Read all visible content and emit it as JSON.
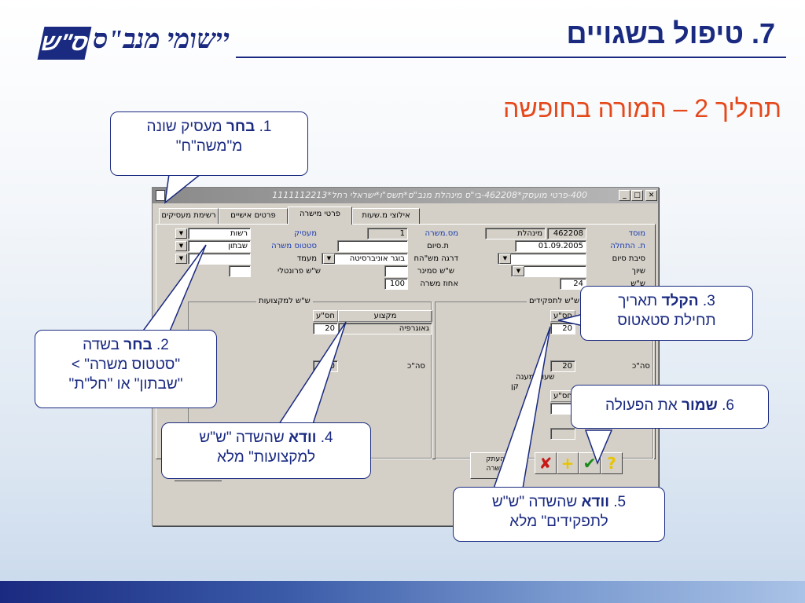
{
  "slide": {
    "title": "7. טיפול בשגויים",
    "subtitle": "תהליך 2 – המורה בחופשה",
    "logo_mark": "ס\"ש",
    "logo_text": "יישומי מנב\"ס"
  },
  "window": {
    "title": "400-פרטי מועסק*462208-בי\"ס מינהלת מנב\"ס*תשס\"ו*ישראלי רחל*1111112213",
    "min_glyph": "_",
    "max_glyph": "□",
    "close_glyph": "✕"
  },
  "tabs": [
    {
      "label": "רשימת מעסיקים"
    },
    {
      "label": "פרטים אישיים"
    },
    {
      "label": "פרטי מישרה"
    },
    {
      "label": "אילוצי מ.שעות"
    }
  ],
  "form": {
    "mosad_label": "מוסד",
    "mosad_value": "462208",
    "minhelet_value": "מינהלת",
    "start_label": "ת. התחלה",
    "start_value": "01.09.2005",
    "end_reason_label": "סיבת סיום",
    "shiyuch_label": "שיוך",
    "mas_misra_label": "מס.משרה",
    "mas_misra_value": "1",
    "end_date_label": "ת.סיום",
    "degree_label": "דרגה מש\"הח",
    "degree_value": "בוגר אוניברסיטה",
    "seminar_label": "ש\"ש סמינר",
    "percent_label": "אחוז משרה",
    "percent_value": "100",
    "employer_label": "מעסיק",
    "employer_value": "רשות",
    "status_label": "סטטוס משרה",
    "status_value": "שבתון",
    "maamad_label": "מעמד",
    "personal_label": "ש\"ש פרונטלי",
    "hours_value": "24",
    "hours_label": "ש\"ש"
  },
  "group_roles": {
    "title": "ש\"ש לתפקידים",
    "col_hours": "חס\"ע",
    "row_value": "20",
    "total_label": "סה\"כ",
    "total_value": "20",
    "answer_hours_label": "שעות מענה",
    "answer_col_hours": "חס\"ע",
    "extra_label": "קן"
  },
  "group_subjects": {
    "title": "ש\"ש למקצועות",
    "col_subject": "מקצוע",
    "col_hours": "חס\"ע",
    "row_subject": "גאוגרפיה",
    "row_hours": "20",
    "total_label": "סה\"כ",
    "total_value": "20"
  },
  "toolbar": {
    "copy_label": "העתק משרה",
    "delete_glyph": "✘",
    "add_glyph": "+",
    "save_glyph": "✔",
    "help_glyph": "?"
  },
  "callouts": {
    "c1_num": "1.",
    "c1_bold": "בחר",
    "c1_line1": "מעסיק שונה",
    "c1_line2": "מ\"משה\"ח\"",
    "c2_num": "2.",
    "c2_bold": "בחר",
    "c2_line1": "בשדה",
    "c2_line2": "\"סטטוס משרה\" >",
    "c2_line3": "\"שבתון\" או \"חל\"ת\"",
    "c3_num": "3.",
    "c3_bold": "הקלד",
    "c3_line1": "תאריך",
    "c3_line2": "תחילת סטאטוס",
    "c4_num": "4.",
    "c4_bold": "וודא",
    "c4_line1": "שהשדה \"ש\"ש",
    "c4_line2": "למקצועות\" מלא",
    "c5_num": "5.",
    "c5_bold": "וודא",
    "c5_line1": "שהשדה \"ש\"ש",
    "c5_line2": "לתפקידים\" מלא",
    "c6_num": "6.",
    "c6_bold": "שמור",
    "c6_line1": "את הפעולה"
  },
  "colors": {
    "title": "#1a2a80",
    "subtitle": "#e5481a",
    "window_gray": "#d4d0c8"
  }
}
